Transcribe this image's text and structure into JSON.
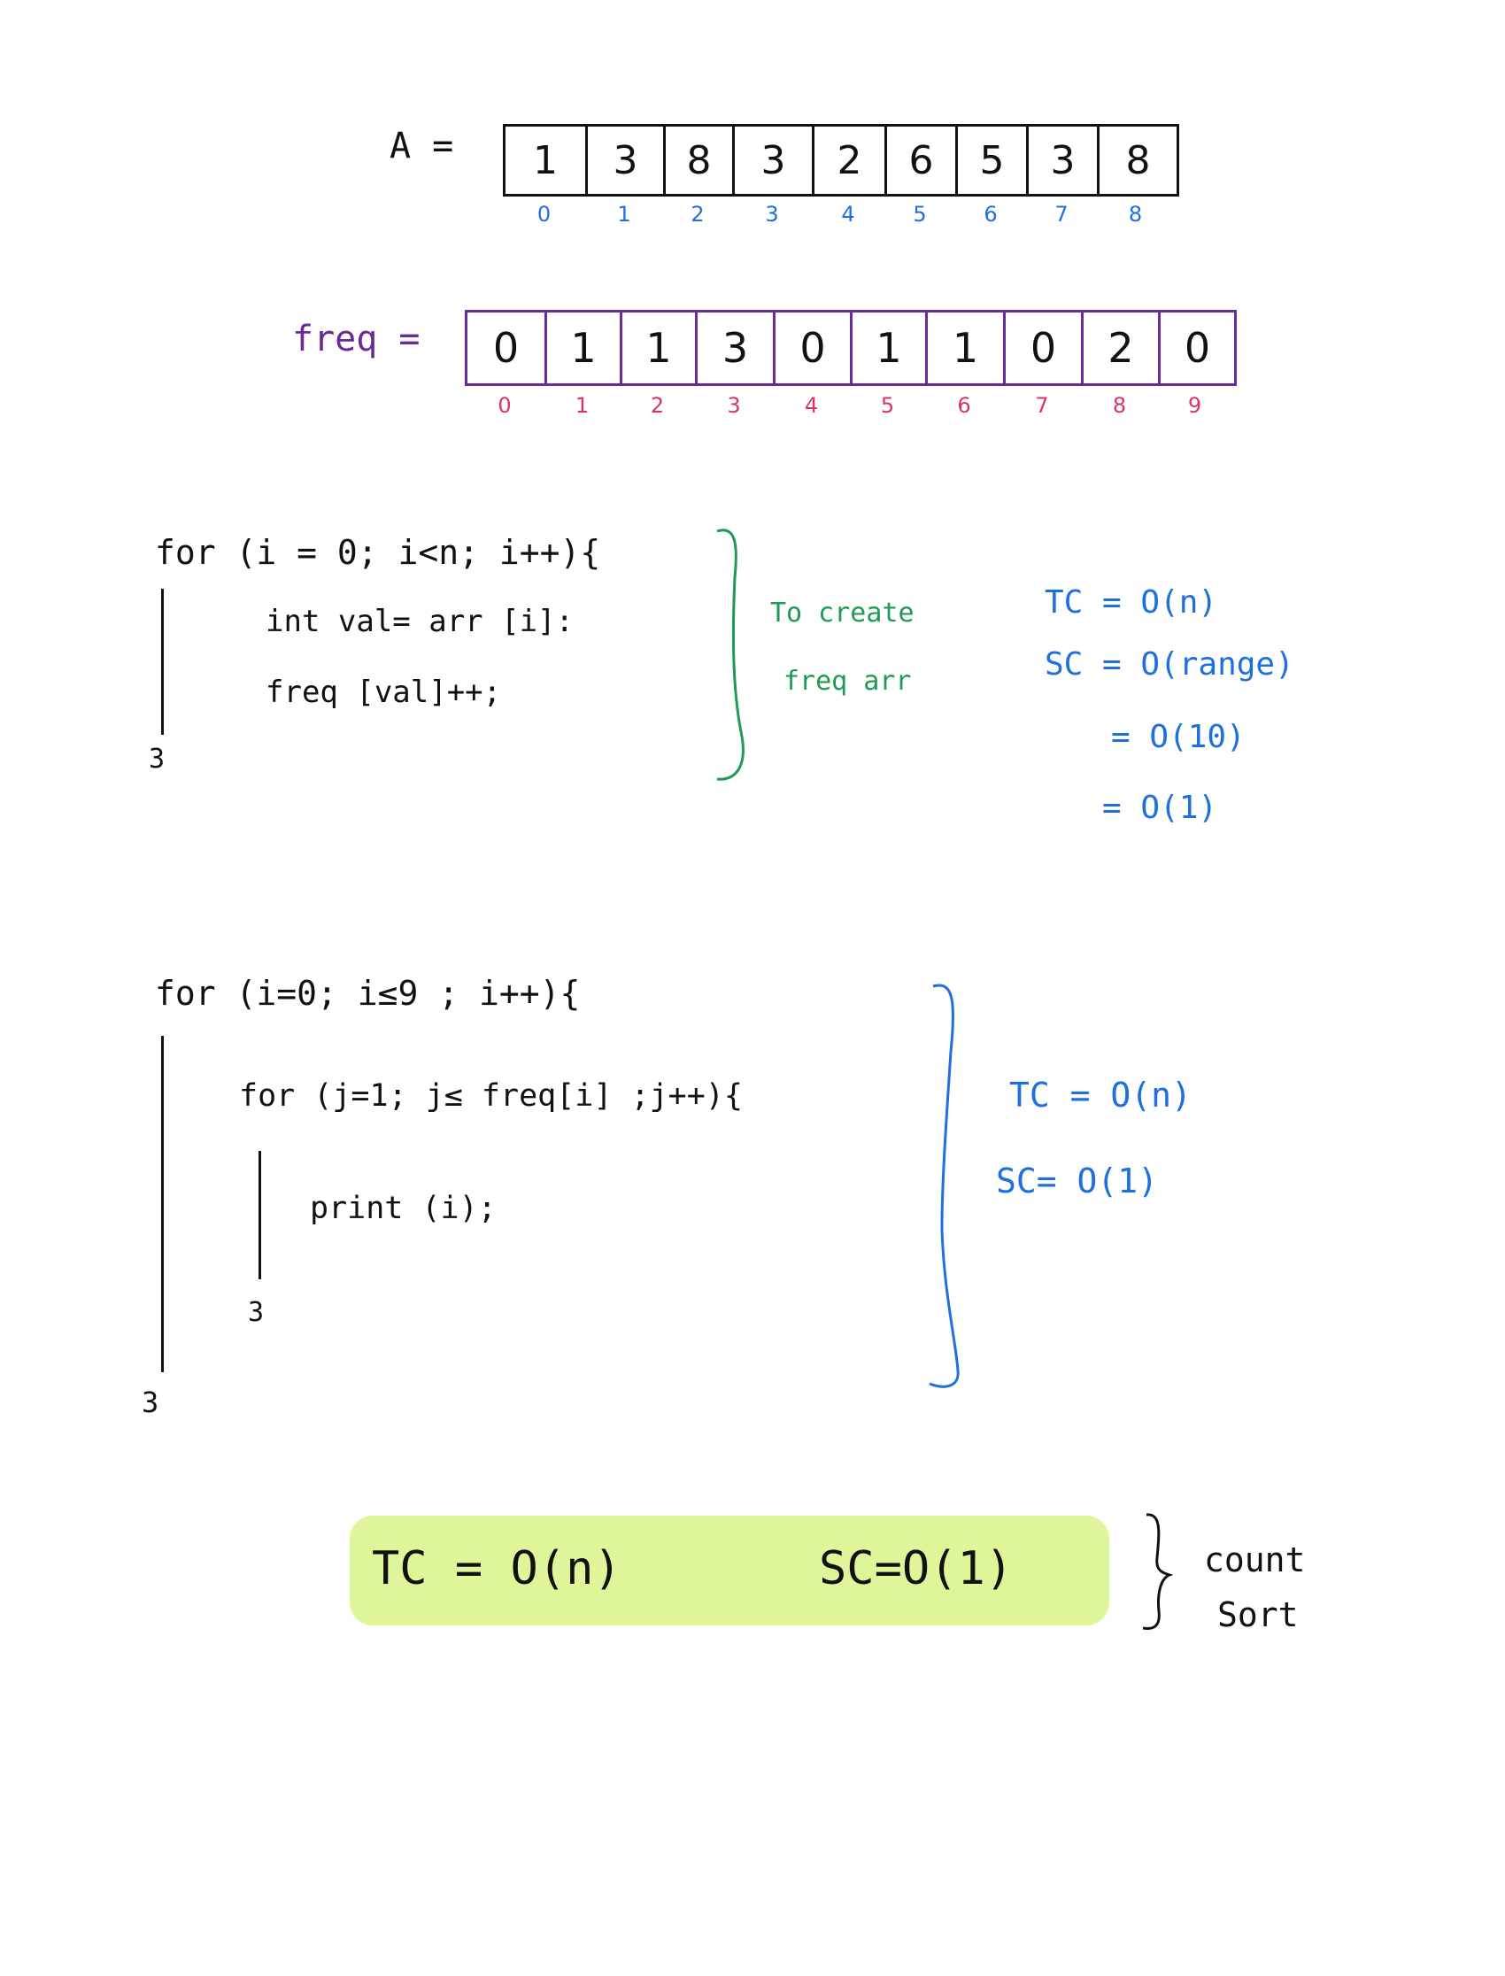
{
  "array_a": {
    "label": "A =",
    "values": [
      "1",
      "3",
      "8",
      "3",
      "2",
      "6",
      "5",
      "3",
      "8"
    ],
    "indices": [
      "0",
      "1",
      "2",
      "3",
      "4",
      "5",
      "6",
      "7",
      "8"
    ]
  },
  "freq": {
    "label": "freq =",
    "values": [
      "0",
      "1",
      "1",
      "3",
      "0",
      "1",
      "1",
      "0",
      "2",
      "0"
    ],
    "indices": [
      "0",
      "1",
      "2",
      "3",
      "4",
      "5",
      "6",
      "7",
      "8",
      "9"
    ]
  },
  "loop1": {
    "header": "for (i = 0; i<n; i++){",
    "line1": "int   val= arr [i]:",
    "line2": "freq [val]++;",
    "close": "3",
    "note_line1": "To  create",
    "note_line2": "freq  arr",
    "tc": "TC = O(n)",
    "sc": "SC = O(range)",
    "eq1": "= O(10)",
    "eq2": "= O(1)"
  },
  "loop2": {
    "header": "for (i=0;  i≤9 ;  i++){",
    "inner_header": "for (j=1;  j≤ freq[i] ;j++){",
    "body": "print (i);",
    "inner_close": "3",
    "outer_close": "3",
    "tc": "TC = O(n)",
    "sc": "SC= O(1)"
  },
  "summary": {
    "tc": "TC = O(n)",
    "sc": "SC=O(1)",
    "label_line1": "count",
    "label_line2": "Sort"
  },
  "colors": {
    "ink": "#111111",
    "blue": "#1f6fe0",
    "green": "#1f9a55",
    "purple": "#6a2b9a",
    "pink": "#d8336b",
    "highlight": "#dff59a"
  }
}
